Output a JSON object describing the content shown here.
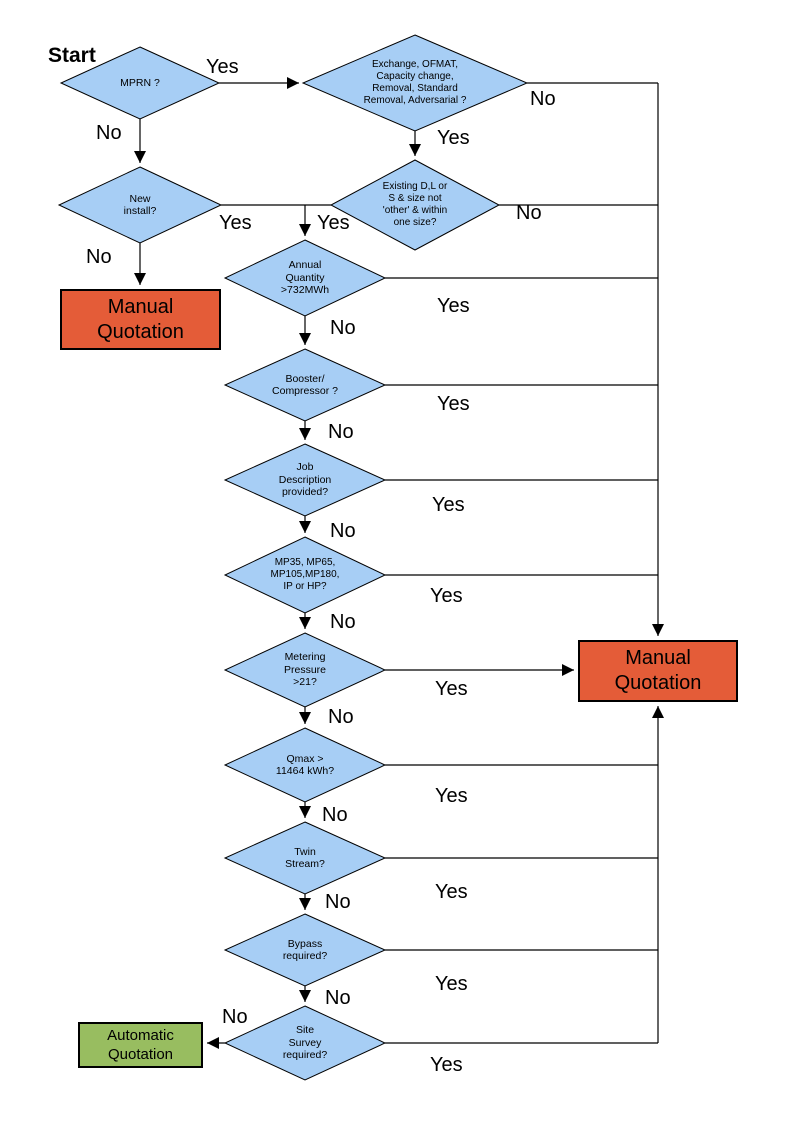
{
  "colors": {
    "decision_fill": "#A7CEF5",
    "manual_fill": "#E45C38",
    "auto_fill": "#98BD60",
    "line": "#000000",
    "background": "#FFFFFF"
  },
  "start_label": "Start",
  "nodes": {
    "mprn": "MPRN ?",
    "exchange": "Exchange, OFMAT, Capacity change, Removal, Standard Removal, Adversarial ?",
    "new_install": "New install?",
    "existing": "Existing D,L or S & size not 'other' & within one size?",
    "annual_quantity": "Annual Quantity >732MWh",
    "booster": "Booster/ Compressor ?",
    "job_description": "Job Description provided?",
    "meter_type": "MP35, MP65, MP105,MP180, IP or HP?",
    "metering_pressure": "Metering Pressure >21?",
    "qmax": "Qmax > 11464 kWh?",
    "twin_stream": "Twin Stream?",
    "bypass": "Bypass required?",
    "site_survey": "Site Survey required?",
    "manual_quotation_left": "Manual Quotation",
    "manual_quotation_right": "Manual Quotation",
    "automatic_quotation": "Automatic Quotation"
  },
  "edge_labels": {
    "mprn_yes": "Yes",
    "mprn_no": "No",
    "exchange_yes": "Yes",
    "exchange_no": "No",
    "new_install_yes": "Yes",
    "new_install_no": "No",
    "existing_yes": "Yes",
    "existing_no": "No",
    "annual_yes": "Yes",
    "annual_no": "No",
    "booster_yes": "Yes",
    "booster_no": "No",
    "job_yes": "Yes",
    "job_no": "No",
    "meter_type_yes": "Yes",
    "meter_type_no": "No",
    "metering_yes": "Yes",
    "metering_no": "No",
    "qmax_yes": "Yes",
    "qmax_no": "No",
    "twin_yes": "Yes",
    "twin_no": "No",
    "bypass_yes": "Yes",
    "bypass_no": "No",
    "site_yes": "Yes",
    "site_no": "No"
  }
}
